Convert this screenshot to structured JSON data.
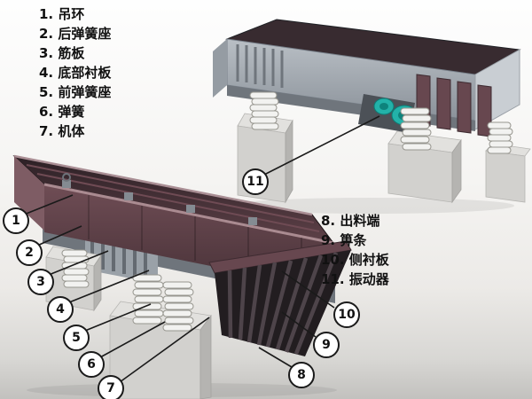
{
  "legend_left": [
    "1. 吊环",
    "2. 后弹簧座",
    "3. 筋板",
    "4. 底部衬板",
    "5. 前弹簧座",
    "6. 弹簧",
    "7. 机体"
  ],
  "legend_right": [
    "8. 出料端",
    "9. 箅条",
    "10. 侧衬板",
    "11. 振动器"
  ],
  "callouts": [
    "1",
    "2",
    "3",
    "4",
    "5",
    "6",
    "7",
    "8",
    "9",
    "10",
    "11"
  ],
  "colors": {
    "text": "#111111",
    "callout_border": "#1a1a1a",
    "trough_maroon": "#67474f",
    "trough_dark": "#382b30",
    "metal_gray": "#a7adb4",
    "metal_dark": "#6f757c",
    "concrete": "#d2d1ce",
    "spring_white": "#f2f2f0",
    "vibrator_teal": "#23b2a9",
    "grate_dark": "#221d20",
    "grate_bar": "#4e444a"
  }
}
